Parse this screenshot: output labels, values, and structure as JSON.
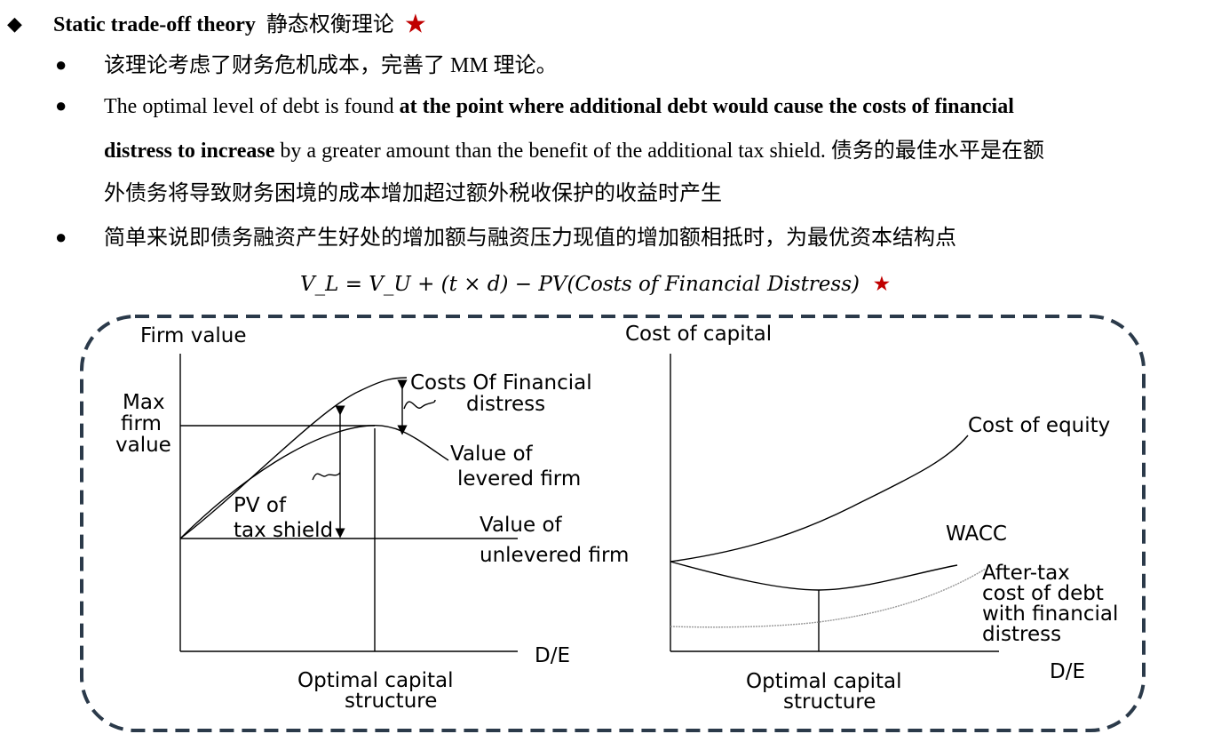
{
  "heading": {
    "title_en": "Static trade-off theory",
    "title_cn": "静态权衡理论",
    "star": "★"
  },
  "bullets": [
    {
      "text": "该理论考虑了财务危机成本，完善了 MM 理论。"
    },
    {
      "pre": "The optimal level of debt is found ",
      "bold1": "at the point where additional debt would cause the costs of financial",
      "bold2": "distress to increase",
      "post": " by a greater amount than the benefit of the additional tax shield.  债务的最佳水平是在额",
      "line3": "外债务将导致财务困境的成本增加超过额外税收保护的收益时产生"
    },
    {
      "text": "简单来说即债务融资产生好处的增加额与融资压力现值的增加额相抵时，为最优资本结构点"
    }
  ],
  "formula": {
    "text": "V_L = V_U + (t × d) − PV(Costs of Financial Distress)",
    "star": "★"
  },
  "left_chart": {
    "ylabel": "Firm value",
    "xlabel": "D/E",
    "max_label": [
      "Max",
      "firm",
      "value"
    ],
    "costs_label": [
      "Costs Of Financial",
      "distress"
    ],
    "levered_label": [
      "Value of",
      "levered firm"
    ],
    "unlevered_label": [
      "Value of",
      "unlevered firm"
    ],
    "pv_label": [
      "PV of",
      "tax shield"
    ],
    "optimal_label": [
      "Optimal capital",
      "structure"
    ]
  },
  "right_chart": {
    "ylabel": "Cost of capital",
    "xlabel": "D/E",
    "equity_label": "Cost of equity",
    "wacc_label": "WACC",
    "debt_label": [
      "After-tax",
      "cost of debt",
      "with financial",
      "distress"
    ],
    "optimal_label": [
      "Optimal capital",
      "structure"
    ]
  },
  "colors": {
    "star": "#c00000",
    "border": "#2b3a4a"
  }
}
